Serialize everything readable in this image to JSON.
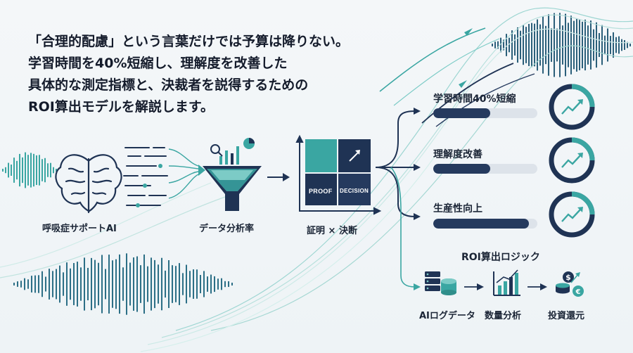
{
  "headline": {
    "lines": [
      "「合理的配慮」という言葉だけでは予算は降りない。",
      "学習時間を40%短縮し、理解度を改善した",
      "具体的な測定指標と、決裁者を説得するための",
      "ROI算出モデルを解説します。"
    ]
  },
  "flow": {
    "brain_label": "呼吸症サポートAI",
    "funnel_label": "データ分析率",
    "matrix_label": "証明 × 決断",
    "matrix": {
      "proof": "PROOF",
      "decision": "DECISION"
    }
  },
  "metrics": [
    {
      "label": "学習時間40%短縮",
      "level": 0.55
    },
    {
      "label": "理解度改善",
      "level": 0.55
    },
    {
      "label": "生産性向上",
      "level": 0.92
    }
  ],
  "roi": {
    "title": "ROI算出ロジック",
    "steps": [
      "AIログデータ",
      "数量分析",
      "投資還元"
    ]
  },
  "colors": {
    "navy": "#1f3354",
    "teal": "#3aa6a2",
    "teal_light": "#7ccbc6",
    "track": "#dde3ea"
  }
}
